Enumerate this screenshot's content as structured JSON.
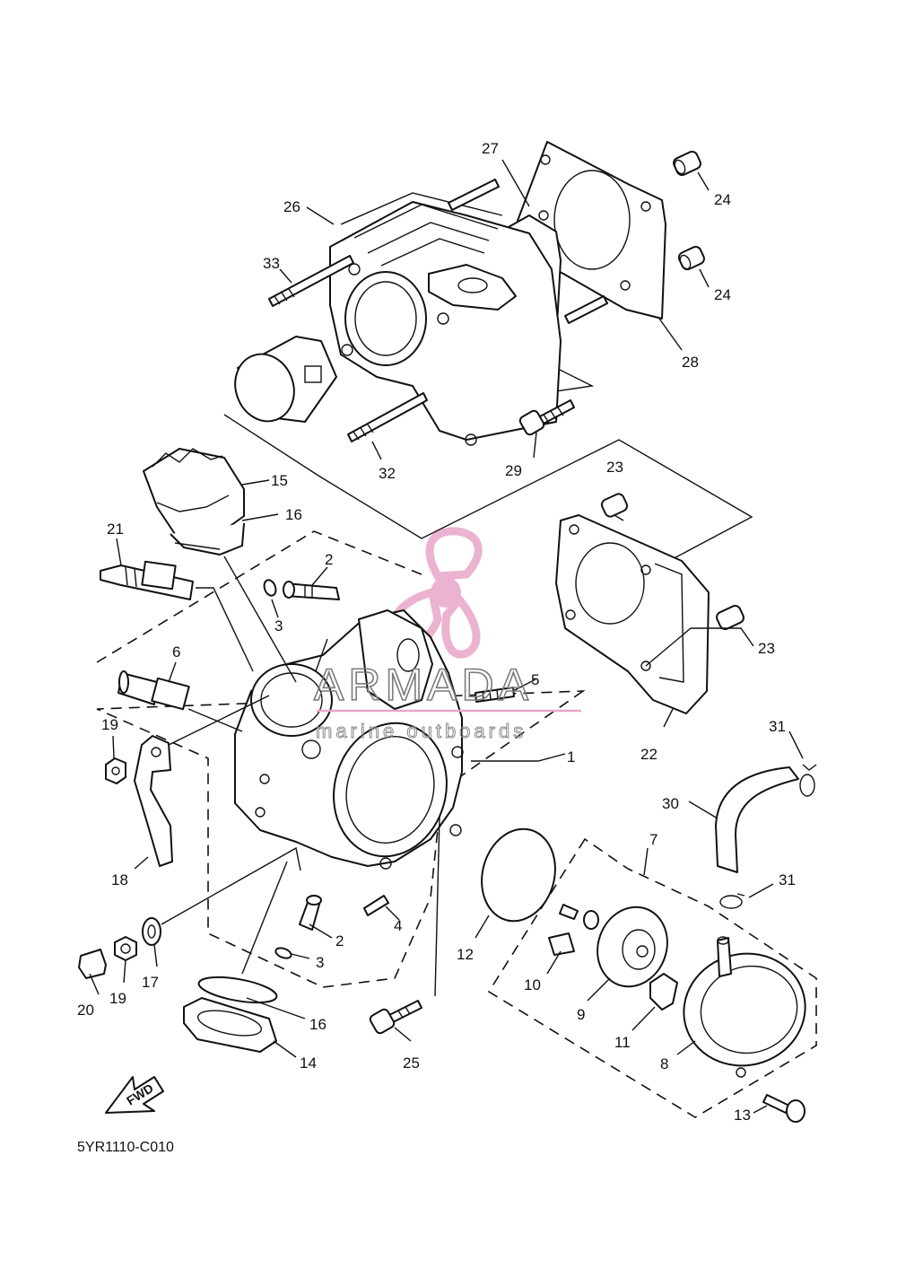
{
  "diagram": {
    "code": "5YR1110-C010",
    "fwd_label": "FWD"
  },
  "watermark": {
    "brand": "ARMADA",
    "tagline": "marine outboards",
    "color": "#e8a6c8"
  },
  "callouts": {
    "c1": "1",
    "c2a": "2",
    "c2b": "2",
    "c3a": "3",
    "c3b": "3",
    "c4": "4",
    "c5": "5",
    "c6": "6",
    "c7": "7",
    "c8": "8",
    "c9": "9",
    "c10": "10",
    "c11": "11",
    "c12": "12",
    "c13": "13",
    "c14": "14",
    "c15": "15",
    "c16a": "16",
    "c16b": "16",
    "c17": "17",
    "c18": "18",
    "c19a": "19",
    "c19b": "19",
    "c20": "20",
    "c21": "21",
    "c22": "22",
    "c23a": "23",
    "c23b": "23",
    "c24a": "24",
    "c24b": "24",
    "c25": "25",
    "c26": "26",
    "c27": "27",
    "c28": "28",
    "c29": "29",
    "c30": "30",
    "c31a": "31",
    "c31b": "31",
    "c32": "32",
    "c33": "33"
  }
}
